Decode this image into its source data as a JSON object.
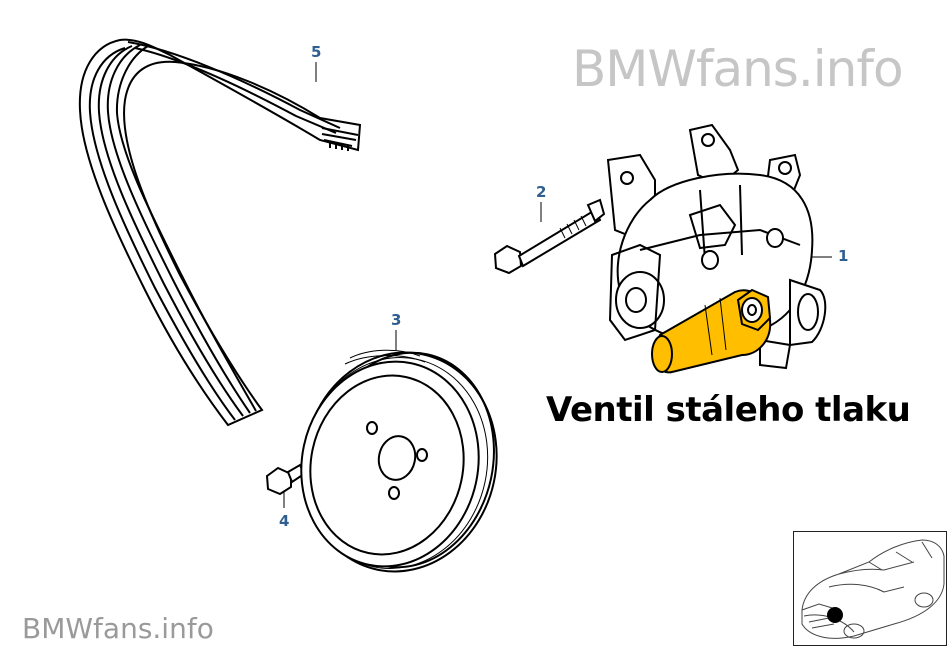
{
  "watermark": {
    "top": {
      "brand": "BMWfans",
      "suffix": ".info"
    },
    "bottom": {
      "brand": "BMWfans",
      "suffix": ".info"
    }
  },
  "caption": "Ventil stáleho tlaku",
  "callouts": [
    {
      "id": "1",
      "label": "1"
    },
    {
      "id": "2",
      "label": "2"
    },
    {
      "id": "3",
      "label": "3"
    },
    {
      "id": "4",
      "label": "4"
    },
    {
      "id": "5",
      "label": "5"
    }
  ],
  "colors": {
    "callout": "#2f5f8f",
    "highlight": "#ffbf00",
    "watermark_top": "#c6c6c6",
    "watermark_bottom": "#9a9a9a"
  }
}
